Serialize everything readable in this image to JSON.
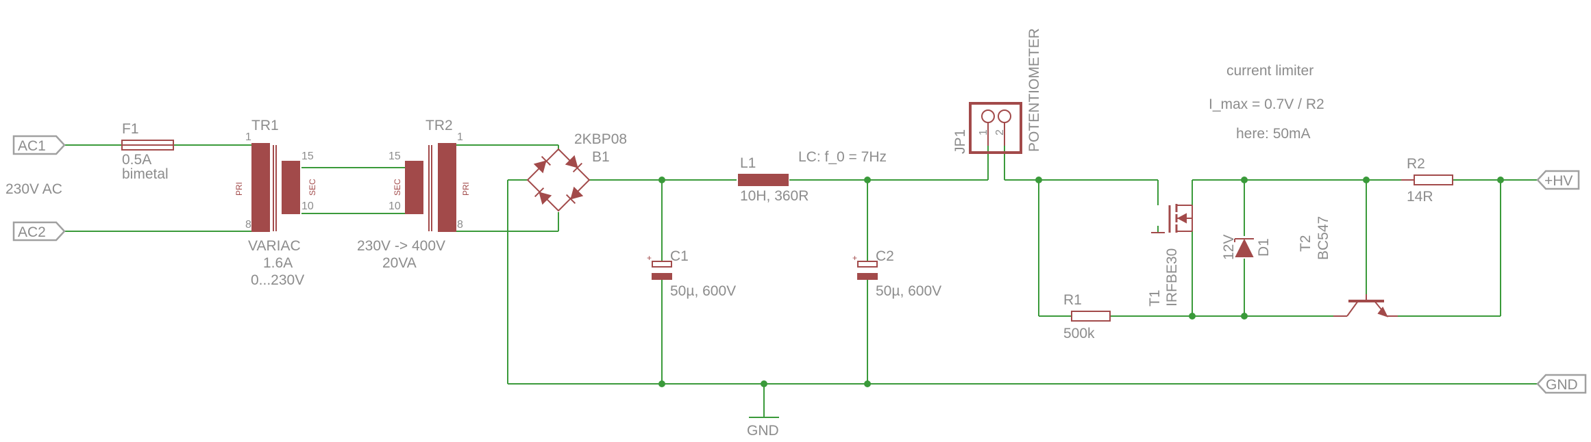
{
  "ports": {
    "ac1": "AC1",
    "ac2": "AC2",
    "hv": "+HV",
    "gnd_out": "GND"
  },
  "input_label": "230V AC",
  "fuse": {
    "name": "F1",
    "value": "0.5A",
    "type": "bimetal",
    "pin1": "1",
    "pin2": "8"
  },
  "tr1": {
    "name": "TR1",
    "pri": "PRI",
    "sec": "SEC",
    "pin_sec_top": "15",
    "pin_sec_bot": "10",
    "desc1": "VARIAC",
    "desc2": "1.6A",
    "desc3": "0...230V"
  },
  "tr2": {
    "name": "TR2",
    "pri": "PRI",
    "sec": "SEC",
    "pin_sec_top": "15",
    "pin_sec_bot": "10",
    "pin_pri_top": "1",
    "pin_pri_bot": "8",
    "desc1": "230V -> 400V",
    "desc2": "20VA"
  },
  "bridge": {
    "part": "2KBP08",
    "name": "B1"
  },
  "c1": {
    "name": "C1",
    "value": "50µ, 600V"
  },
  "l1": {
    "name": "L1",
    "value": "10H, 360R"
  },
  "lc_note": "LC: f_0 = 7Hz",
  "c2": {
    "name": "C2",
    "value": "50µ, 600V"
  },
  "jp1": {
    "name": "JP1",
    "pin1": "1",
    "pin2": "2",
    "label": "POTENTIOMETER"
  },
  "limiter": {
    "title": "current limiter",
    "formula": "I_max = 0.7V / R2",
    "note": "here: 50mA"
  },
  "r1": {
    "name": "R1",
    "value": "500k"
  },
  "t1": {
    "name": "T1",
    "part": "IRFBE30"
  },
  "d1": {
    "name": "D1",
    "value": "12V"
  },
  "t2": {
    "name": "T2",
    "part": "BC547"
  },
  "r2": {
    "name": "R2",
    "value": "14R"
  },
  "gnd_symbol": "GND",
  "colors": {
    "wire": "#3a9a3a",
    "symbol": "#a24a4a",
    "text": "#8c8c8c"
  }
}
